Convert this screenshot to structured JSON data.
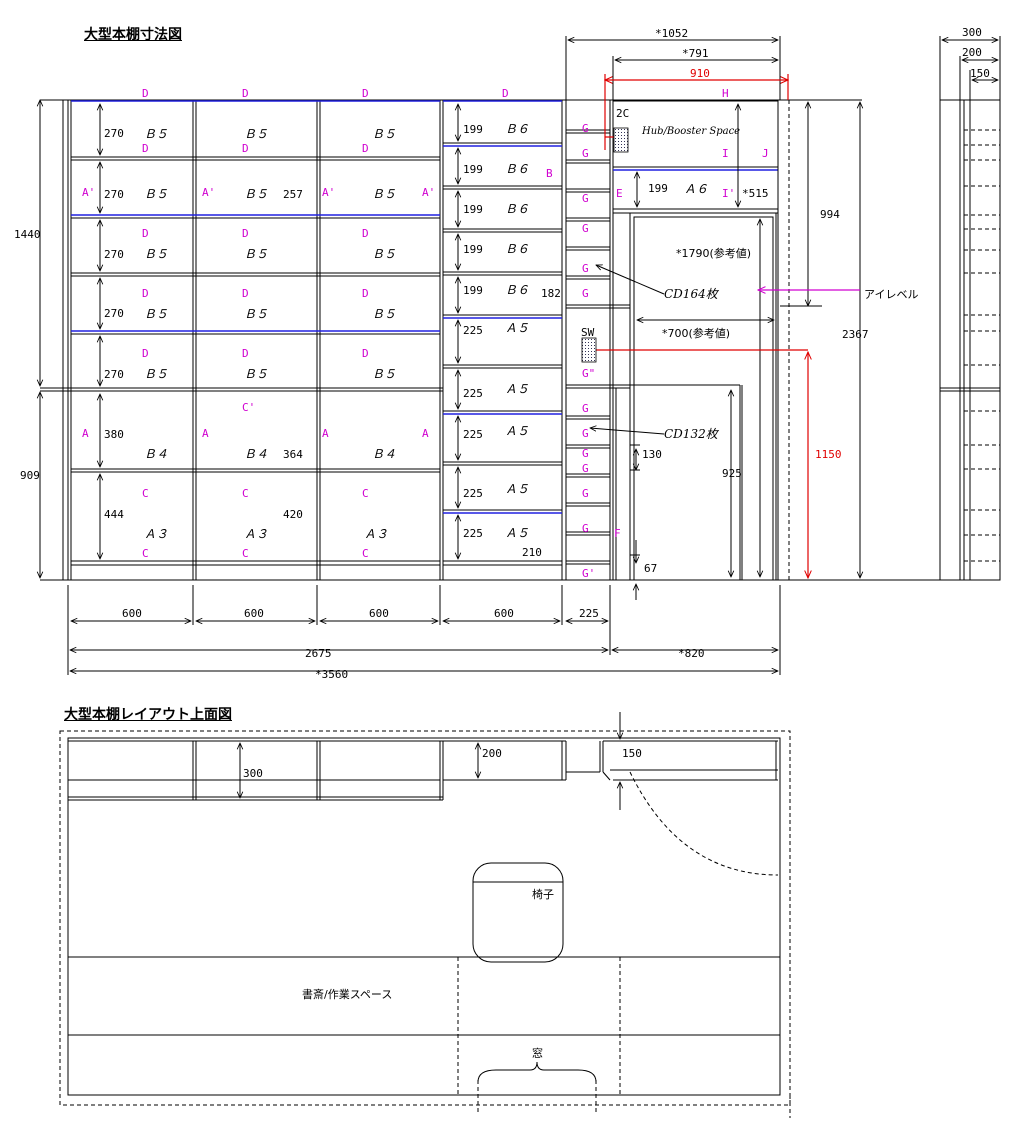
{
  "titles": {
    "elevation": "大型本棚寸法図",
    "plan": "大型本棚レイアウト上面図"
  },
  "colors": {
    "ink": "#000000",
    "shelf_label": "#d000d0",
    "highlight": "#e00000",
    "shelf_edge": "#2020e0"
  },
  "elevation": {
    "width_labels": [
      "600",
      "600",
      "600",
      "600",
      "225"
    ],
    "total_width": "2675",
    "right_width": "*820",
    "overall_width": "*3560",
    "upper_height": "1440",
    "lower_height": "909",
    "total_height": "2367",
    "height_994": "994",
    "height_925": "925",
    "highlight_height": "1150",
    "top_1052": "*1052",
    "top_791": "*791",
    "top_910": "910",
    "side_300": "300",
    "side_200": "200",
    "side_150": "150",
    "col1_dims": [
      "270",
      "270",
      "270",
      "270",
      "270",
      "380",
      "444"
    ],
    "col_paper_upper": [
      "Ｂ５",
      "Ｂ５",
      "Ｂ５",
      "Ｂ５",
      "Ｂ５"
    ],
    "col_paper_lower": [
      "Ｂ４",
      "Ａ３"
    ],
    "col2_extra": [
      "257",
      "364",
      "420"
    ],
    "col4_dims": [
      "199",
      "199",
      "199",
      "199",
      "199",
      "225",
      "225",
      "225",
      "225",
      "225"
    ],
    "col4_papers": [
      "Ｂ６",
      "Ｂ６",
      "Ｂ６",
      "Ｂ６",
      "Ｂ６",
      "Ａ５",
      "Ａ５",
      "Ａ５",
      "Ａ５",
      "Ａ５"
    ],
    "col4_extra": [
      "182",
      "210"
    ],
    "shelf_letters": {
      "D": "D",
      "A_prime": "A'",
      "A": "A",
      "C_prime": "C'",
      "C": "C",
      "B": "B",
      "G": "G",
      "G_dprime": "G\"",
      "G_prime": "G'",
      "E": "E",
      "F": "F",
      "H": "H",
      "I": "I",
      "J": "J",
      "I_prime": "I'"
    },
    "right_labels": {
      "twoC": "2C",
      "hub": "Hub/Booster Space",
      "sw": "SW",
      "a6_dim": "199",
      "a6_paper": "Ａ６",
      "dim_515": "*515",
      "ref_1790": "*1790(参考値)",
      "ref_700": "*700(参考値)",
      "cd164": "CD164枚",
      "cd132": "CD132枚",
      "eye_level": "アイレベル",
      "dim_130": "130",
      "dim_67": "67"
    }
  },
  "plan": {
    "dim_300": "300",
    "dim_200": "200",
    "dim_150": "150",
    "chair": "椅子",
    "workspace": "書斎/作業スペース",
    "window": "窓"
  }
}
